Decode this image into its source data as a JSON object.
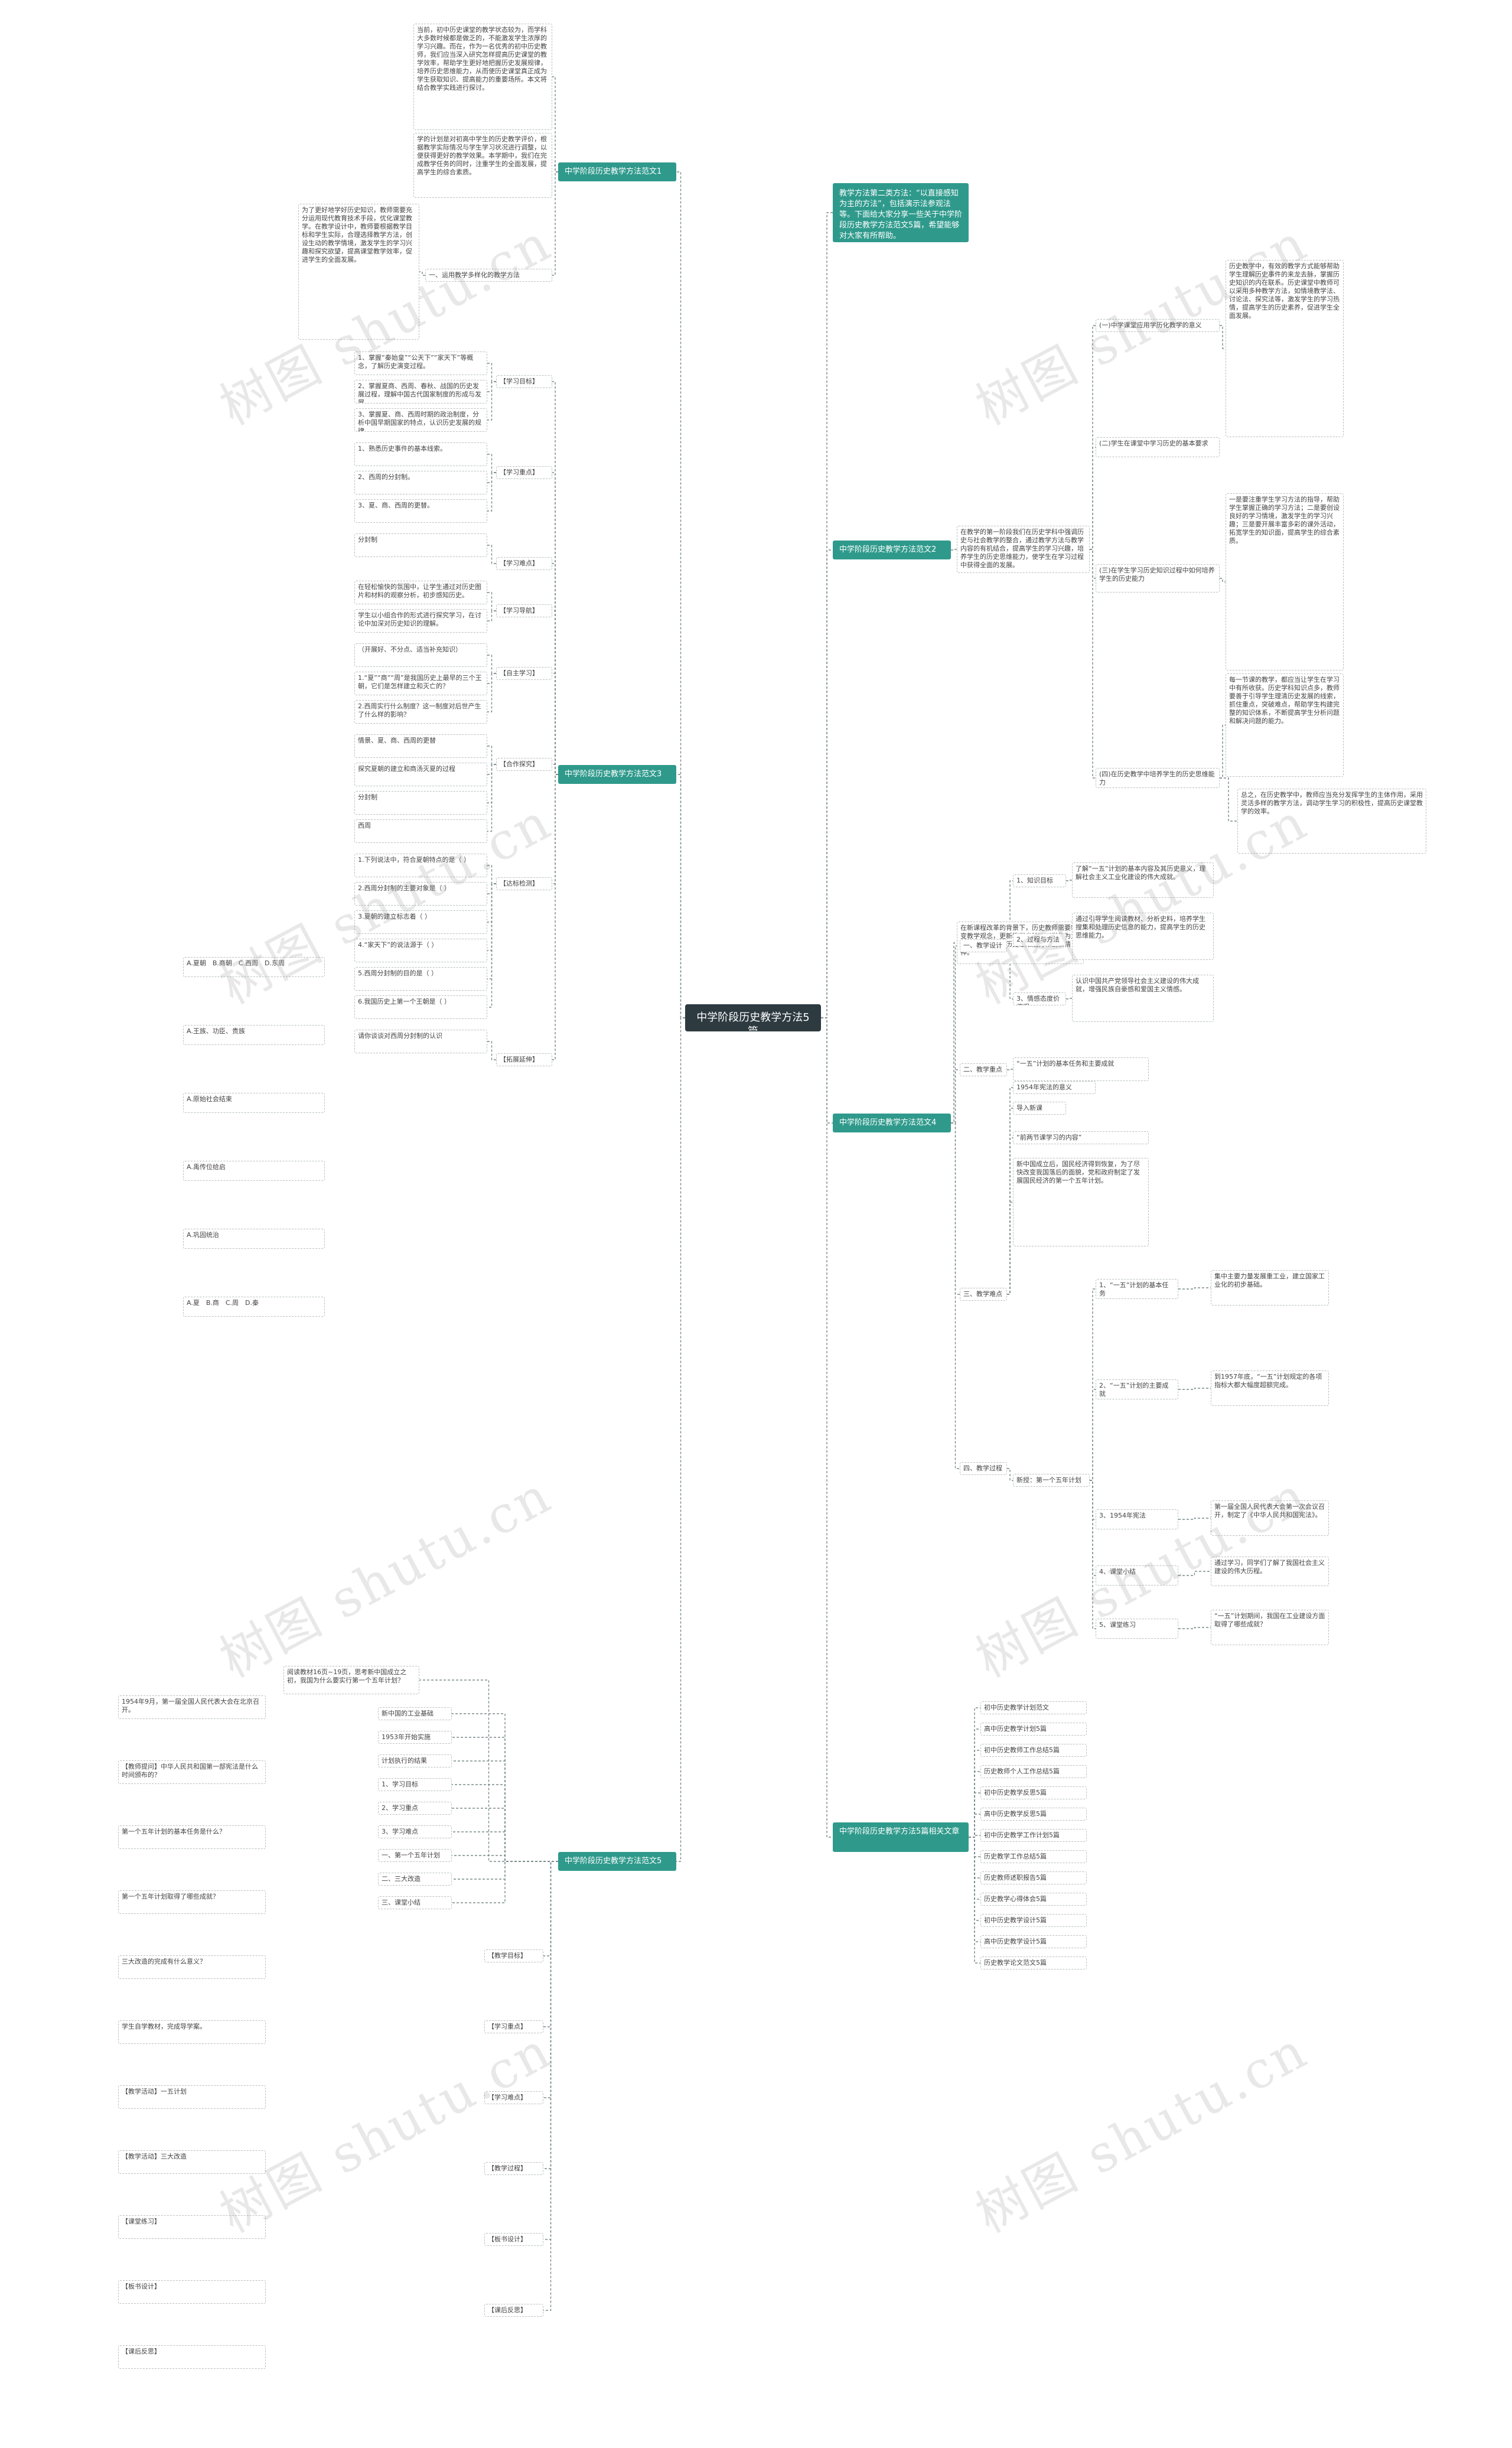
{
  "root": "中学阶段历史教学方法5篇",
  "watermark": "树图 shutu.cn",
  "colors": {
    "branch": "#2f9a8c",
    "root": "#2d3a40",
    "line": "#7a8a8c"
  },
  "branches": [
    {
      "label": "中学阶段历史教学方法范文1"
    },
    {
      "label": "中学阶段历史教学方法范文2"
    },
    {
      "label": "中学阶段历史教学方法范文3"
    },
    {
      "label": "中学阶段历史教学方法范文4"
    },
    {
      "label": "中学阶段历史教学方法范文5"
    },
    {
      "label": "中学阶段历史教学方法5篇相关文章"
    }
  ],
  "note": "教学方法第二类方法：“以直接感知为主的方法”，包括演示法参观法等。下面给大家分享一些关于中学阶段历史教学方法范文5篇，希望能够对大家有所帮助。",
  "b1": {
    "p1": "当前，初中历史课堂的教学状态较为，而学科大多数时候都是做乏的，不能激发学生浓厚的学习兴趣。而在，作为一名优秀的初中历史教师，我们应当深入研究怎样提高历史课堂的教学效率，帮助学生更好地把握历史发展规律，培养历史思维能力，从而使历史课堂真正成为学生获取知识、提高能力的重要场所。本文将结合教学实践进行探讨。",
    "p2": "学的计划是对初高中学生的历史教学评价，根据教学实际情况与学生学习状况进行调整，以便获得更好的教学效果。本学期中，我们在完成教学任务的同时，注重学生的全面发展，提高学生的综合素质。",
    "p3": "为了更好地学好历史知识，教师需要充分运用现代教育技术手段，优化课堂教学。在教学设计中，教师要根据教学目标和学生实际，合理选择教学方法，创设生动的教学情境，激发学生的学习兴趣和探究欲望，提高课堂教学效率，促进学生的全面发展。",
    "sub": "一、运用教学多样化的教学方法"
  },
  "b2": {
    "p0": "在教学的第一阶段我们在历史学科中强调历史与社会教学的整合，通过教学方法与教学内容的有机结合，提高学生的学习兴趣，培养学生的历史思维能力，使学生在学习过程中获得全面的发展。",
    "s1": "(一)中学课堂应用学历化教学的意义",
    "s1t": "历史教学中，有效的教学方式能够帮助学生理解历史事件的来龙去脉，掌握历史知识的内在联系。历史课堂中教师可以采用多种教学方法，如情境教学法、讨论法、探究法等，激发学生的学习热情，提高学生的历史素养，促进学生全面发展。",
    "s2": "(二)学生在课堂中学习历史的基本要求",
    "s3": "(三)在学生学习历史知识过程中如何培养学生的历史能力",
    "s3t": "一是要注重学生学习方法的指导，帮助学生掌握正确的学习方法；二是要创设良好的学习情境，激发学生的学习兴趣；三是要开展丰富多彩的课外活动，拓宽学生的知识面，提高学生的综合素质。",
    "s4": "(四)在历史教学中培养学生的历史思维能力",
    "s4t": "每一节课的教学，都应当让学生在学习中有所收获。历史学科知识点多，教师要善于引导学生理清历史发展的线索，抓住重点，突破难点，帮助学生构建完整的知识体系，不断提高学生分析问题和解决问题的能力。",
    "sum": "总之，在历史教学中，教师应当充分发挥学生的主体作用，采用灵活多样的教学方法，调动学生学习的积极性，提高历史课堂教学的效率。"
  },
  "b3": {
    "items": [
      {
        "head": "【学习目标】",
        "lines": [
          "1、掌握“秦始皇”“公天下”“家天下”等概念，了解历史演变过程。",
          "2、掌握夏商、西周、春秋、战国的历史发展过程，理解中国古代国家制度的形成与发展。",
          "3、掌握夏、商、西周时期的政治制度，分析中国早期国家的特点，认识历史发展的规律。"
        ]
      },
      {
        "head": "【学习重点】",
        "lines": [
          "1、熟悉历史事件的基本线索。",
          "2、西周的分封制。",
          "3、夏、商、西周的更替。"
        ]
      },
      {
        "head": "【学习难点】",
        "lines": [
          "分封制"
        ]
      },
      {
        "head": "【学习导航】",
        "lines": [
          "在轻松愉快的氛围中，让学生通过对历史图片和材料的观察分析，初步感知历史。",
          "学生以小组合作的形式进行探究学习，在讨论中加深对历史知识的理解。"
        ]
      },
      {
        "head": "【自主学习】",
        "lines": [
          "（开展好、不分点、适当补充知识）",
          "1.“夏”“商”“周”是我国历史上最早的三个王朝，它们是怎样建立和灭亡的？",
          "2.西周实行什么制度？这一制度对后世产生了什么样的影响？"
        ]
      },
      {
        "head": "【合作探究】",
        "lines": [
          "情景、夏、商、西周的更替",
          "探究夏朝的建立和商汤灭夏的过程",
          "分封制",
          "西周"
        ]
      },
      {
        "head": "【达标检测】",
        "lines": [
          "1.下列说法中，符合夏朝特点的是（  ）",
          "2.西周分封制的主要对象是（  ）",
          "3.夏朝的建立标志着（  ）",
          "4.“家天下”的说法源于（  ）",
          "5.西周分封制的目的是（  ）",
          "6.我国历史上第一个王朝是（  ）"
        ]
      },
      {
        "head": "【拓展延伸】",
        "lines": [
          "请你谈谈对西周分封制的认识"
        ]
      }
    ],
    "opts": [
      "A.夏朝　B.商朝　C.西周　D.东周",
      "A.王族、功臣、贵族",
      "A.原始社会结束",
      "A.禹传位给启",
      "A.巩固统治",
      "A.夏　B.商　C.周　D.秦"
    ]
  },
  "b4": {
    "p0": "在新课程改革的背景下，历史教师需要转变教学观念，更新教学方法，以学生为主体，培养学生的历史思维能力和创新精神。",
    "s1": "一、教学设计",
    "s1a": "1、知识目标",
    "s1a_t": "了解“一五”计划的基本内容及其历史意义，理解社会主义工业化建设的伟大成就。",
    "s1b": "2、过程与方法",
    "s1b_t": "通过引导学生阅读教材、分析史料，培养学生搜集和处理历史信息的能力，提高学生的历史思维能力。",
    "s1c": "3、情感态度价值观",
    "s1c_t": "认识中国共产党领导社会主义建设的伟大成就，增强民族自豪感和爱国主义情感。",
    "s2": "二、教学重点",
    "s2t": "“一五”计划的基本任务和主要成就",
    "s3": "三、教学难点",
    "s3t": "1954年宪法的意义",
    "s4": "四、教学过程",
    "s4a": "导入新课",
    "s4b": "“前两节课学习的内容”",
    "s4c": "新中国成立后，国民经济得到恢复，为了尽快改变我国落后的面貌，党和政府制定了发展国民经济的第一个五年计划。",
    "s4d": "新授：第一个五年计划",
    "s4e": "1、“一五”计划的基本任务",
    "s4e_t": "集中主要力量发展重工业，建立国家工业化的初步基础。",
    "s4f": "2、“一五”计划的主要成就",
    "s4f_t": "到1957年底，“一五”计划规定的各项指标大都大幅度超额完成。",
    "s4g": "3、1954年宪法",
    "s4g_t": "第一届全国人民代表大会第一次会议召开，制定了《中华人民共和国宪法》。",
    "s4h": "4、课堂小结",
    "s4h_t": "通过学习，同学们了解了我国社会主义建设的伟大历程。",
    "s4i": "5、课堂练习",
    "s4i_t": "“一五”计划期间，我国在工业建设方面取得了哪些成就？"
  },
  "b5": {
    "p0": "阅读教材16页~19页，思考新中国成立之初，我国为什么要实行第一个五年计划？",
    "items": [
      "新中国的工业基础",
      "1953年开始实施",
      "计划执行的结果",
      "1、学习目标",
      "2、学习重点",
      "3、学习难点",
      "一、第一个五年计划",
      "二、三大改造",
      "三、课堂小结"
    ],
    "list1": [
      "【教学目标】",
      "【学习重点】",
      "【学习难点】",
      "【教学过程】",
      "【板书设计】",
      "【课后反思】"
    ],
    "lines": [
      "1954年9月，第一届全国人民代表大会在北京召开。",
      "【教师提问】中华人民共和国第一部宪法是什么时间颁布的？",
      "第一个五年计划的基本任务是什么？",
      "第一个五年计划取得了哪些成就？",
      "三大改造的完成有什么意义？",
      "学生自学教材，完成导学案。",
      "【教学活动】一五计划",
      "【教学活动】三大改造",
      "【课堂练习】",
      "【板书设计】",
      "【课后反思】"
    ]
  },
  "b6": {
    "items": [
      "初中历史教学计划范文",
      "高中历史教学计划5篇",
      "初中历史教师工作总结5篇",
      "历史教师个人工作总结5篇",
      "初中历史教学反思5篇",
      "高中历史教学反思5篇",
      "初中历史教学工作计划5篇",
      "历史教学工作总结5篇",
      "历史教师述职报告5篇",
      "历史教学心得体会5篇",
      "初中历史教学设计5篇",
      "高中历史教学设计5篇",
      "历史教学论文范文5篇"
    ]
  }
}
